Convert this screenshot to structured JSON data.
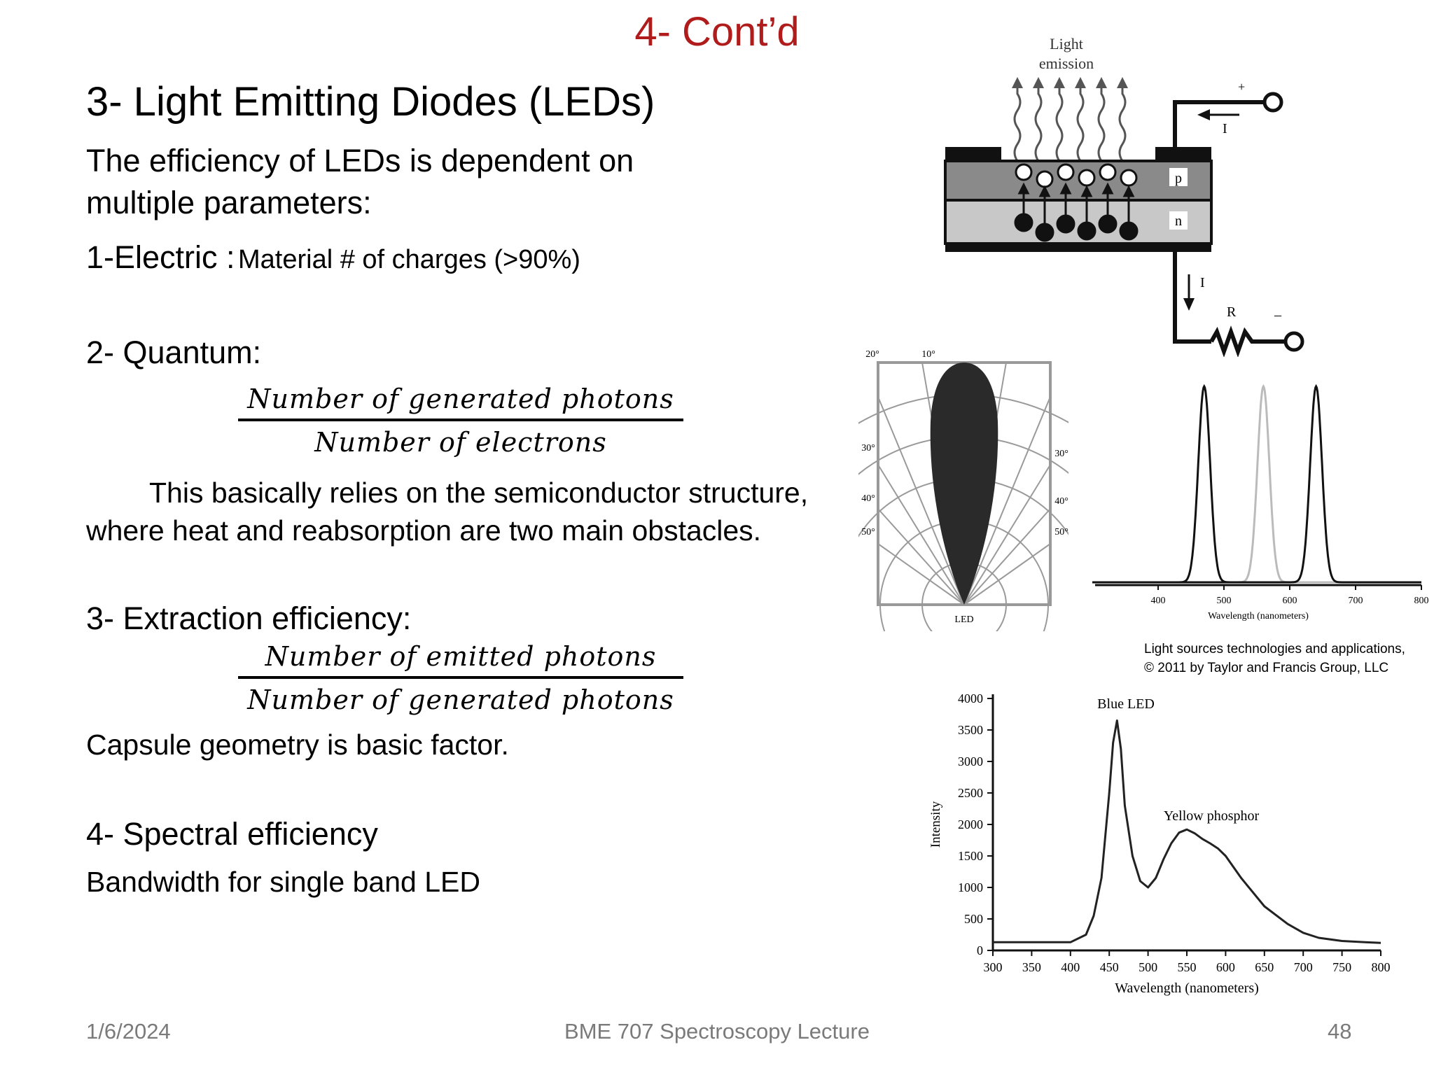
{
  "slide": {
    "title": "4- Cont’d",
    "heading": "3- Light Emitting Diodes (LEDs)",
    "intro_line1": "The efficiency of LEDs is dependent on",
    "intro_line2": "multiple parameters:",
    "p1_label": "1-Electric :",
    "p1_text": "Material # of charges (>90%)",
    "p2_label": "2- Quantum:",
    "q_numerator": "Number of generated photons",
    "q_denominator": "Number of electrons",
    "q_note_line1": "This basically relies on the semiconductor structure,",
    "q_note_line2": "where heat and reabsorption are two main obstacles.",
    "p3_label": "3- Extraction efficiency:",
    "e_numerator": "Number of emitted photons",
    "e_denominator": "Number of generated photons",
    "e_note": "Capsule geometry is basic factor.",
    "p4_label": "4- Spectral efficiency",
    "p4_text": "Bandwidth for single band LED",
    "credit_line1": "Light sources technologies and applications,",
    "credit_line2": "© 2011 by Taylor and Francis Group, LLC"
  },
  "footer": {
    "date": "1/6/2024",
    "course": "BME 707 Spectroscopy Lecture",
    "page": "48"
  },
  "figures": {
    "led_diagram": {
      "emission_label_1": "Light",
      "emission_label_2": "emission",
      "p_label": "p",
      "n_label": "n",
      "plus_label": "+",
      "minus_label": "–",
      "current_label": "I",
      "resistor_label": "R"
    },
    "polar": {
      "angle_20": "20°",
      "angle_10": "10°",
      "angle_30": "30°",
      "angle_40": "40°",
      "angle_50": "50°",
      "center_label": "LED"
    }
  },
  "chart_data": [
    {
      "type": "line",
      "xlabel": "Wavelength (nanometers)",
      "ylabel": "",
      "x_ticks": [
        "400",
        "500",
        "600",
        "700",
        "800"
      ],
      "xlim": [
        300,
        800
      ],
      "series": [
        {
          "peak_x": 470,
          "values_note": "",
          "color": "#111111"
        },
        {
          "peak_x": 560,
          "color": "#bbbbbb"
        },
        {
          "peak_x": 640,
          "color": "#111111"
        }
      ]
    },
    {
      "type": "line",
      "xlabel": "Wavelength (nanometers)",
      "ylabel": "Intensity",
      "xlim": [
        300,
        800
      ],
      "ylim": [
        0,
        4000
      ],
      "x_ticks": [
        "300",
        "350",
        "400",
        "450",
        "500",
        "550",
        "600",
        "650",
        "700",
        "750",
        "800"
      ],
      "y_ticks": [
        "0",
        "500",
        "1000",
        "1500",
        "2000",
        "2500",
        "3000",
        "3500",
        "4000"
      ],
      "annotations": [
        "Blue LED",
        "Yellow phosphor"
      ],
      "x": [
        300,
        350,
        400,
        420,
        430,
        440,
        450,
        455,
        460,
        465,
        470,
        480,
        490,
        500,
        510,
        520,
        530,
        540,
        550,
        560,
        570,
        580,
        590,
        600,
        620,
        650,
        680,
        700,
        720,
        750,
        780,
        800
      ],
      "y": [
        130,
        130,
        130,
        250,
        550,
        1150,
        2500,
        3300,
        3650,
        3200,
        2300,
        1500,
        1100,
        1000,
        1150,
        1450,
        1700,
        1870,
        1920,
        1860,
        1770,
        1700,
        1620,
        1500,
        1150,
        700,
        420,
        280,
        200,
        150,
        130,
        120
      ]
    }
  ]
}
